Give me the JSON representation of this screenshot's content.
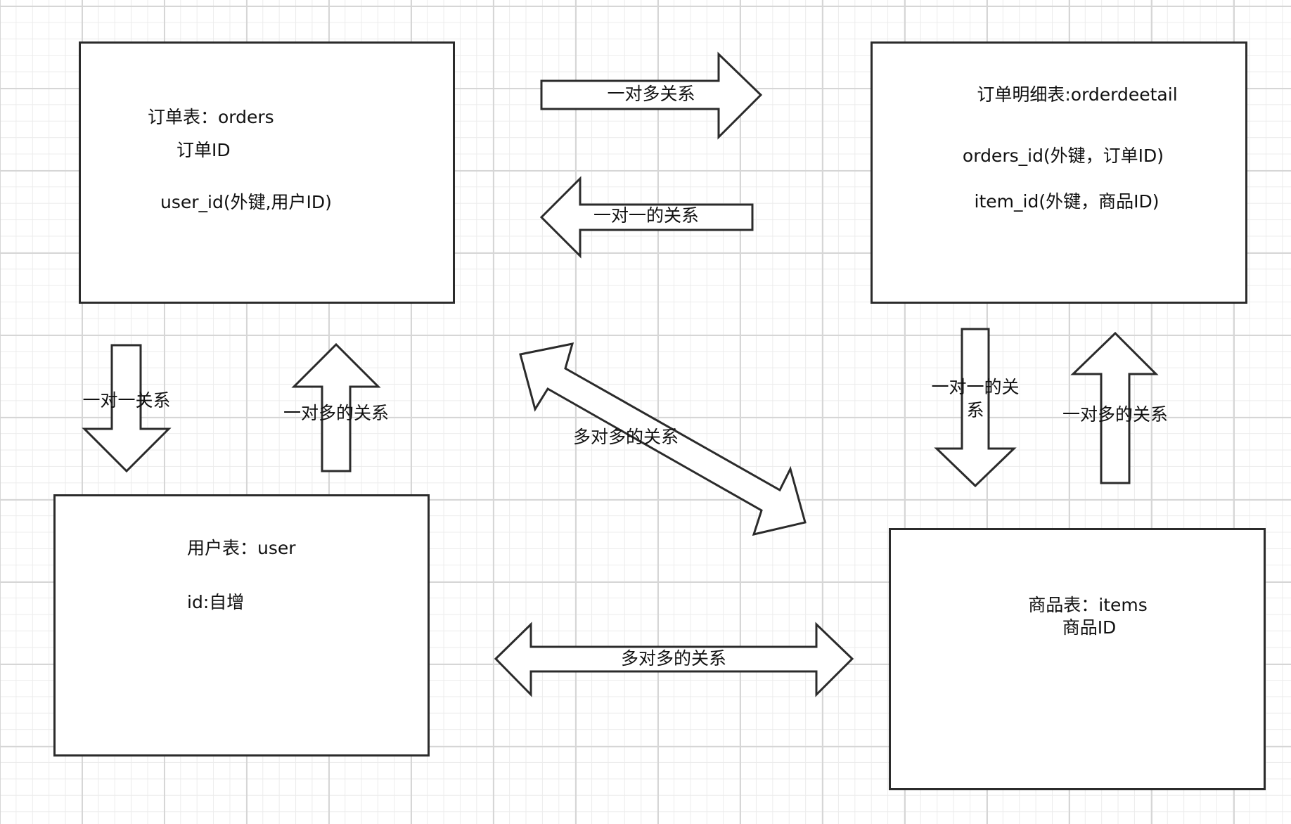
{
  "tables": {
    "orders": {
      "title": "订单表：orders",
      "field_id": "订单ID",
      "field_user": "user_id(外键,用户ID)"
    },
    "orderdetail": {
      "title": "订单明细表:orderdeetail",
      "field_orders": "orders_id(外键，订单ID)",
      "field_item": "item_id(外键，商品ID)"
    },
    "user": {
      "title": "用户表：user",
      "field_id": "id:自增"
    },
    "items": {
      "title": "商品表：items",
      "field_id": "商品ID"
    }
  },
  "relations": {
    "orders_to_detail": "一对多关系",
    "detail_to_orders": "一对一的关系",
    "orders_to_user": "一对一关系",
    "user_to_orders": "一对多的关系",
    "user_items_diagonal": "多对多的关系",
    "user_items_horizontal": "多对多的关系",
    "detail_to_items_line1": "一对一的关",
    "detail_to_items_line2": "系",
    "items_to_detail": "一对多的关系"
  }
}
